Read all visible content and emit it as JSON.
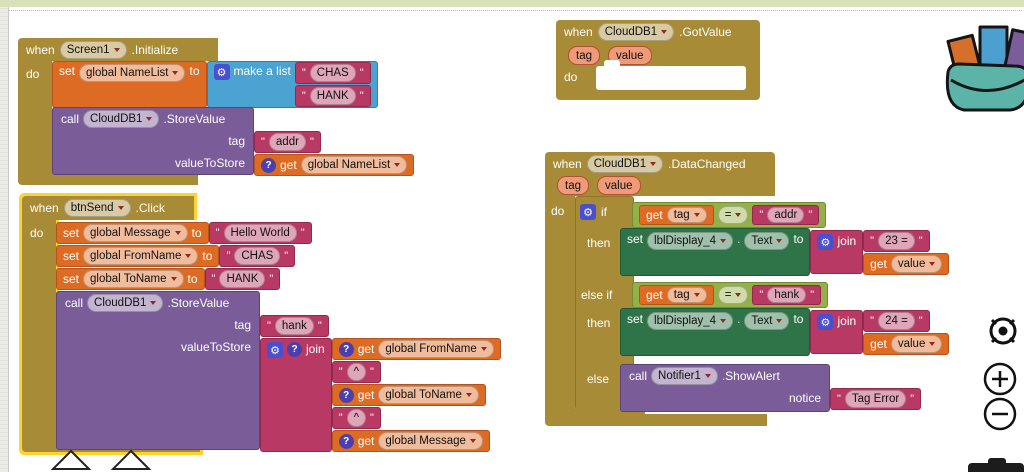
{
  "app": "MIT App Inventor Blocks Editor",
  "kw": {
    "when": "when",
    "do": "do",
    "set": "set",
    "to": "to",
    "get": "get",
    "call": "call",
    "if": "if",
    "then": "then",
    "else_if": "else if",
    "else": "else",
    "join": "join",
    "notice": "notice",
    "tag": "tag",
    "valueToStore": "valueToStore",
    "make_a_list": "make a list",
    "q": "\"",
    "eq": "=",
    "dot": ".",
    "gear": "⚙",
    "help": "?"
  },
  "colors": {
    "event_gold": "#a78b36",
    "variable_orange": "#dd6b24",
    "text_magenta": "#b83a64",
    "list_blue": "#4aa3d1",
    "call_purple": "#7a5c98",
    "setter_green": "#2f7448",
    "logic_green": "#93b148",
    "highlight_yellow": "#fcd431",
    "param_chip": "#ef9a78",
    "topbar_green": "#d8e1b8"
  },
  "stacks": {
    "screen_init": {
      "component": "Screen1",
      "event": ".Initialize",
      "set_var": "global NameList",
      "list_items": [
        "CHAS",
        "HANK"
      ],
      "call_component": "CloudDB1",
      "call_method": ".StoreValue",
      "tag_value": "addr",
      "vts_get_var": "global NameList"
    },
    "got_value": {
      "component": "CloudDB1",
      "event": ".GotValue",
      "params": [
        "tag",
        "value"
      ]
    },
    "btn_send": {
      "component": "btnSend",
      "event": ".Click",
      "sets": [
        {
          "var": "global Message",
          "val": "Hello World"
        },
        {
          "var": "global FromName",
          "val": "CHAS"
        },
        {
          "var": "global ToName",
          "val": "HANK"
        }
      ],
      "call_component": "CloudDB1",
      "call_method": ".StoreValue",
      "tag_value": "hank",
      "join_args": [
        {
          "type": "get",
          "var": "global FromName"
        },
        {
          "type": "str",
          "val": "^"
        },
        {
          "type": "get",
          "var": "global ToName"
        },
        {
          "type": "str",
          "val": "^"
        },
        {
          "type": "get",
          "var": "global Message"
        }
      ]
    },
    "data_changed": {
      "component": "CloudDB1",
      "event": ".DataChanged",
      "params": [
        "tag",
        "value"
      ],
      "branch1": {
        "get_var": "tag",
        "str": "addr",
        "set_component": "lblDisplay_4",
        "set_prop": "Text",
        "join_str": "23 =",
        "get_var2": "value"
      },
      "branch2": {
        "get_var": "tag",
        "str": "hank",
        "set_component": "lblDisplay_4",
        "set_prop": "Text",
        "join_str": "24 =",
        "get_var2": "value"
      },
      "else_call": {
        "component": "Notifier1",
        "method": ".ShowAlert",
        "notice_val": "Tag Error"
      }
    }
  },
  "controls": {
    "zoom_in": "+",
    "zoom_out": "−"
  }
}
